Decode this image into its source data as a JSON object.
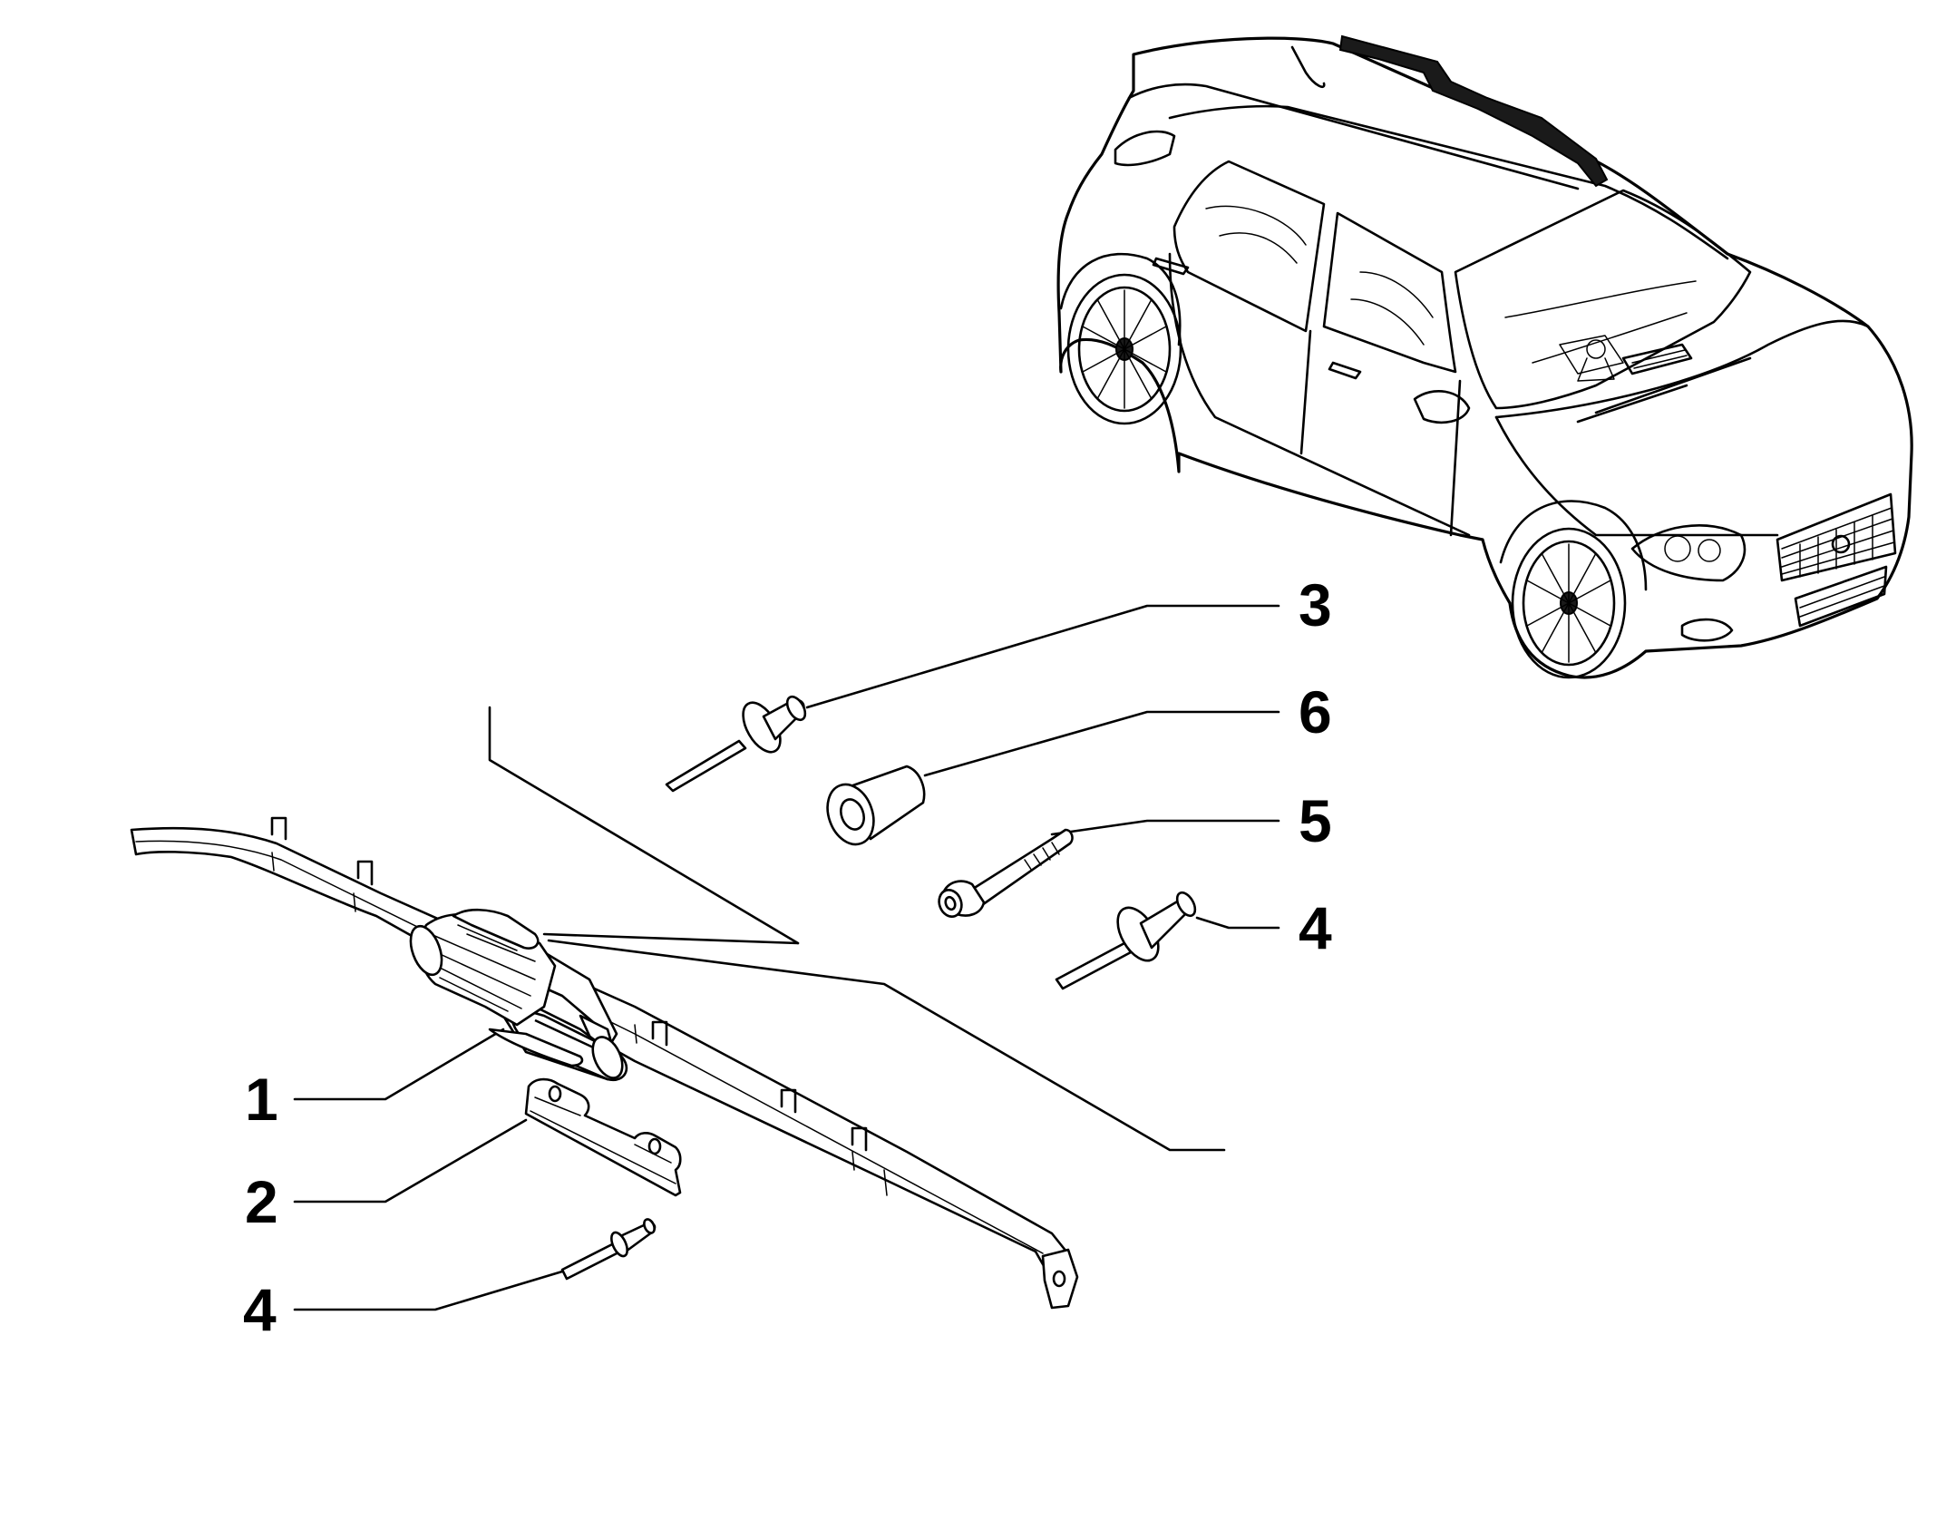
{
  "callouts": [
    {
      "id": "c1",
      "label": "1",
      "part": "side-curtain-airbag-module"
    },
    {
      "id": "c2",
      "label": "2",
      "part": "mounting-bracket"
    },
    {
      "id": "c3",
      "label": "3",
      "part": "rivet"
    },
    {
      "id": "c4a",
      "label": "4",
      "part": "rivet"
    },
    {
      "id": "c4b",
      "label": "4",
      "part": "rivet"
    },
    {
      "id": "c5",
      "label": "5",
      "part": "bolt"
    },
    {
      "id": "c6",
      "label": "6",
      "part": "nut-insert"
    }
  ]
}
